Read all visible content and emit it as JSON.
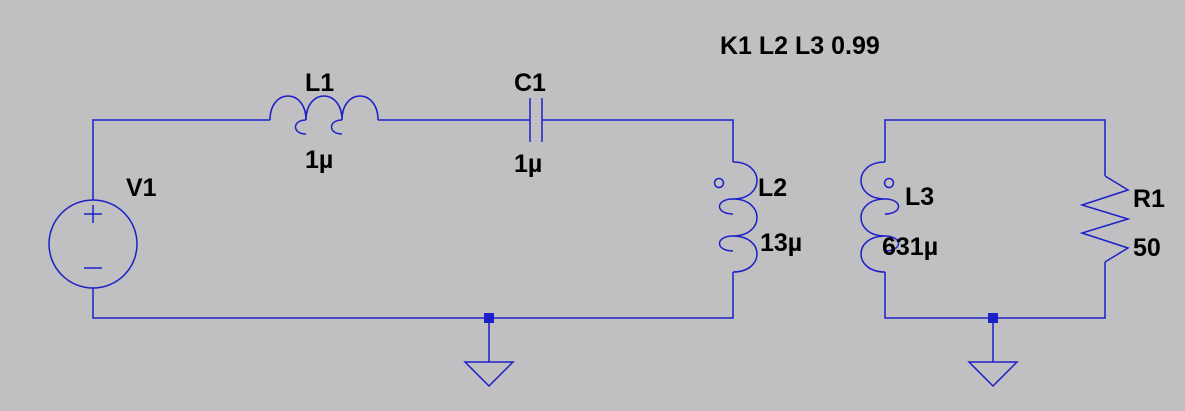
{
  "directive": "K1 L2 L3 0.99",
  "components": {
    "V1": {
      "ref": "V1"
    },
    "L1": {
      "ref": "L1",
      "value": "1µ"
    },
    "C1": {
      "ref": "C1",
      "value": "1µ"
    },
    "L2": {
      "ref": "L2",
      "value": "13µ"
    },
    "L3": {
      "ref": "L3",
      "value": "631µ"
    },
    "R1": {
      "ref": "R1",
      "value": "50"
    }
  },
  "colors": {
    "wire": "#1c20c8",
    "background": "#c0bfc2",
    "text": "#000000"
  }
}
